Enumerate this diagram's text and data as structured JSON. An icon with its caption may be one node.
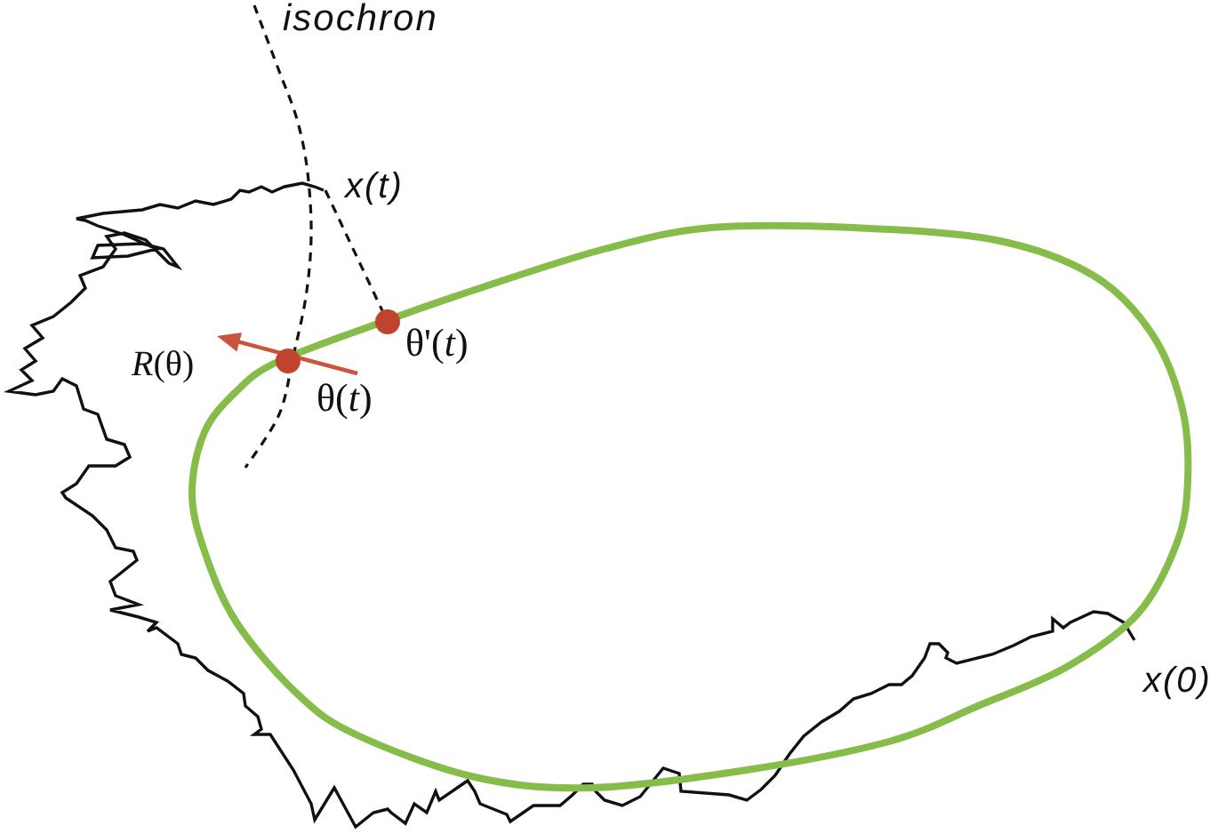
{
  "diagram": {
    "nodes": [
      {
        "text": [
          "x(t)"
        ]
      },
      {
        "text": [],
        "shape": "circle",
        "beside": [
          "θ'(*t*)"
        ]
      },
      {
        "text": [],
        "shape": "circle",
        "beside": [
          "θ(*t*)"
        ]
      }
    ],
    "edges": [
      {
        "from": 0,
        "to": 1,
        "arrow": "none",
        "style": "dashed"
      }
    ],
    "labels": [
      "isochron",
      "*R*(θ)",
      "x(0)"
    ]
  }
}
